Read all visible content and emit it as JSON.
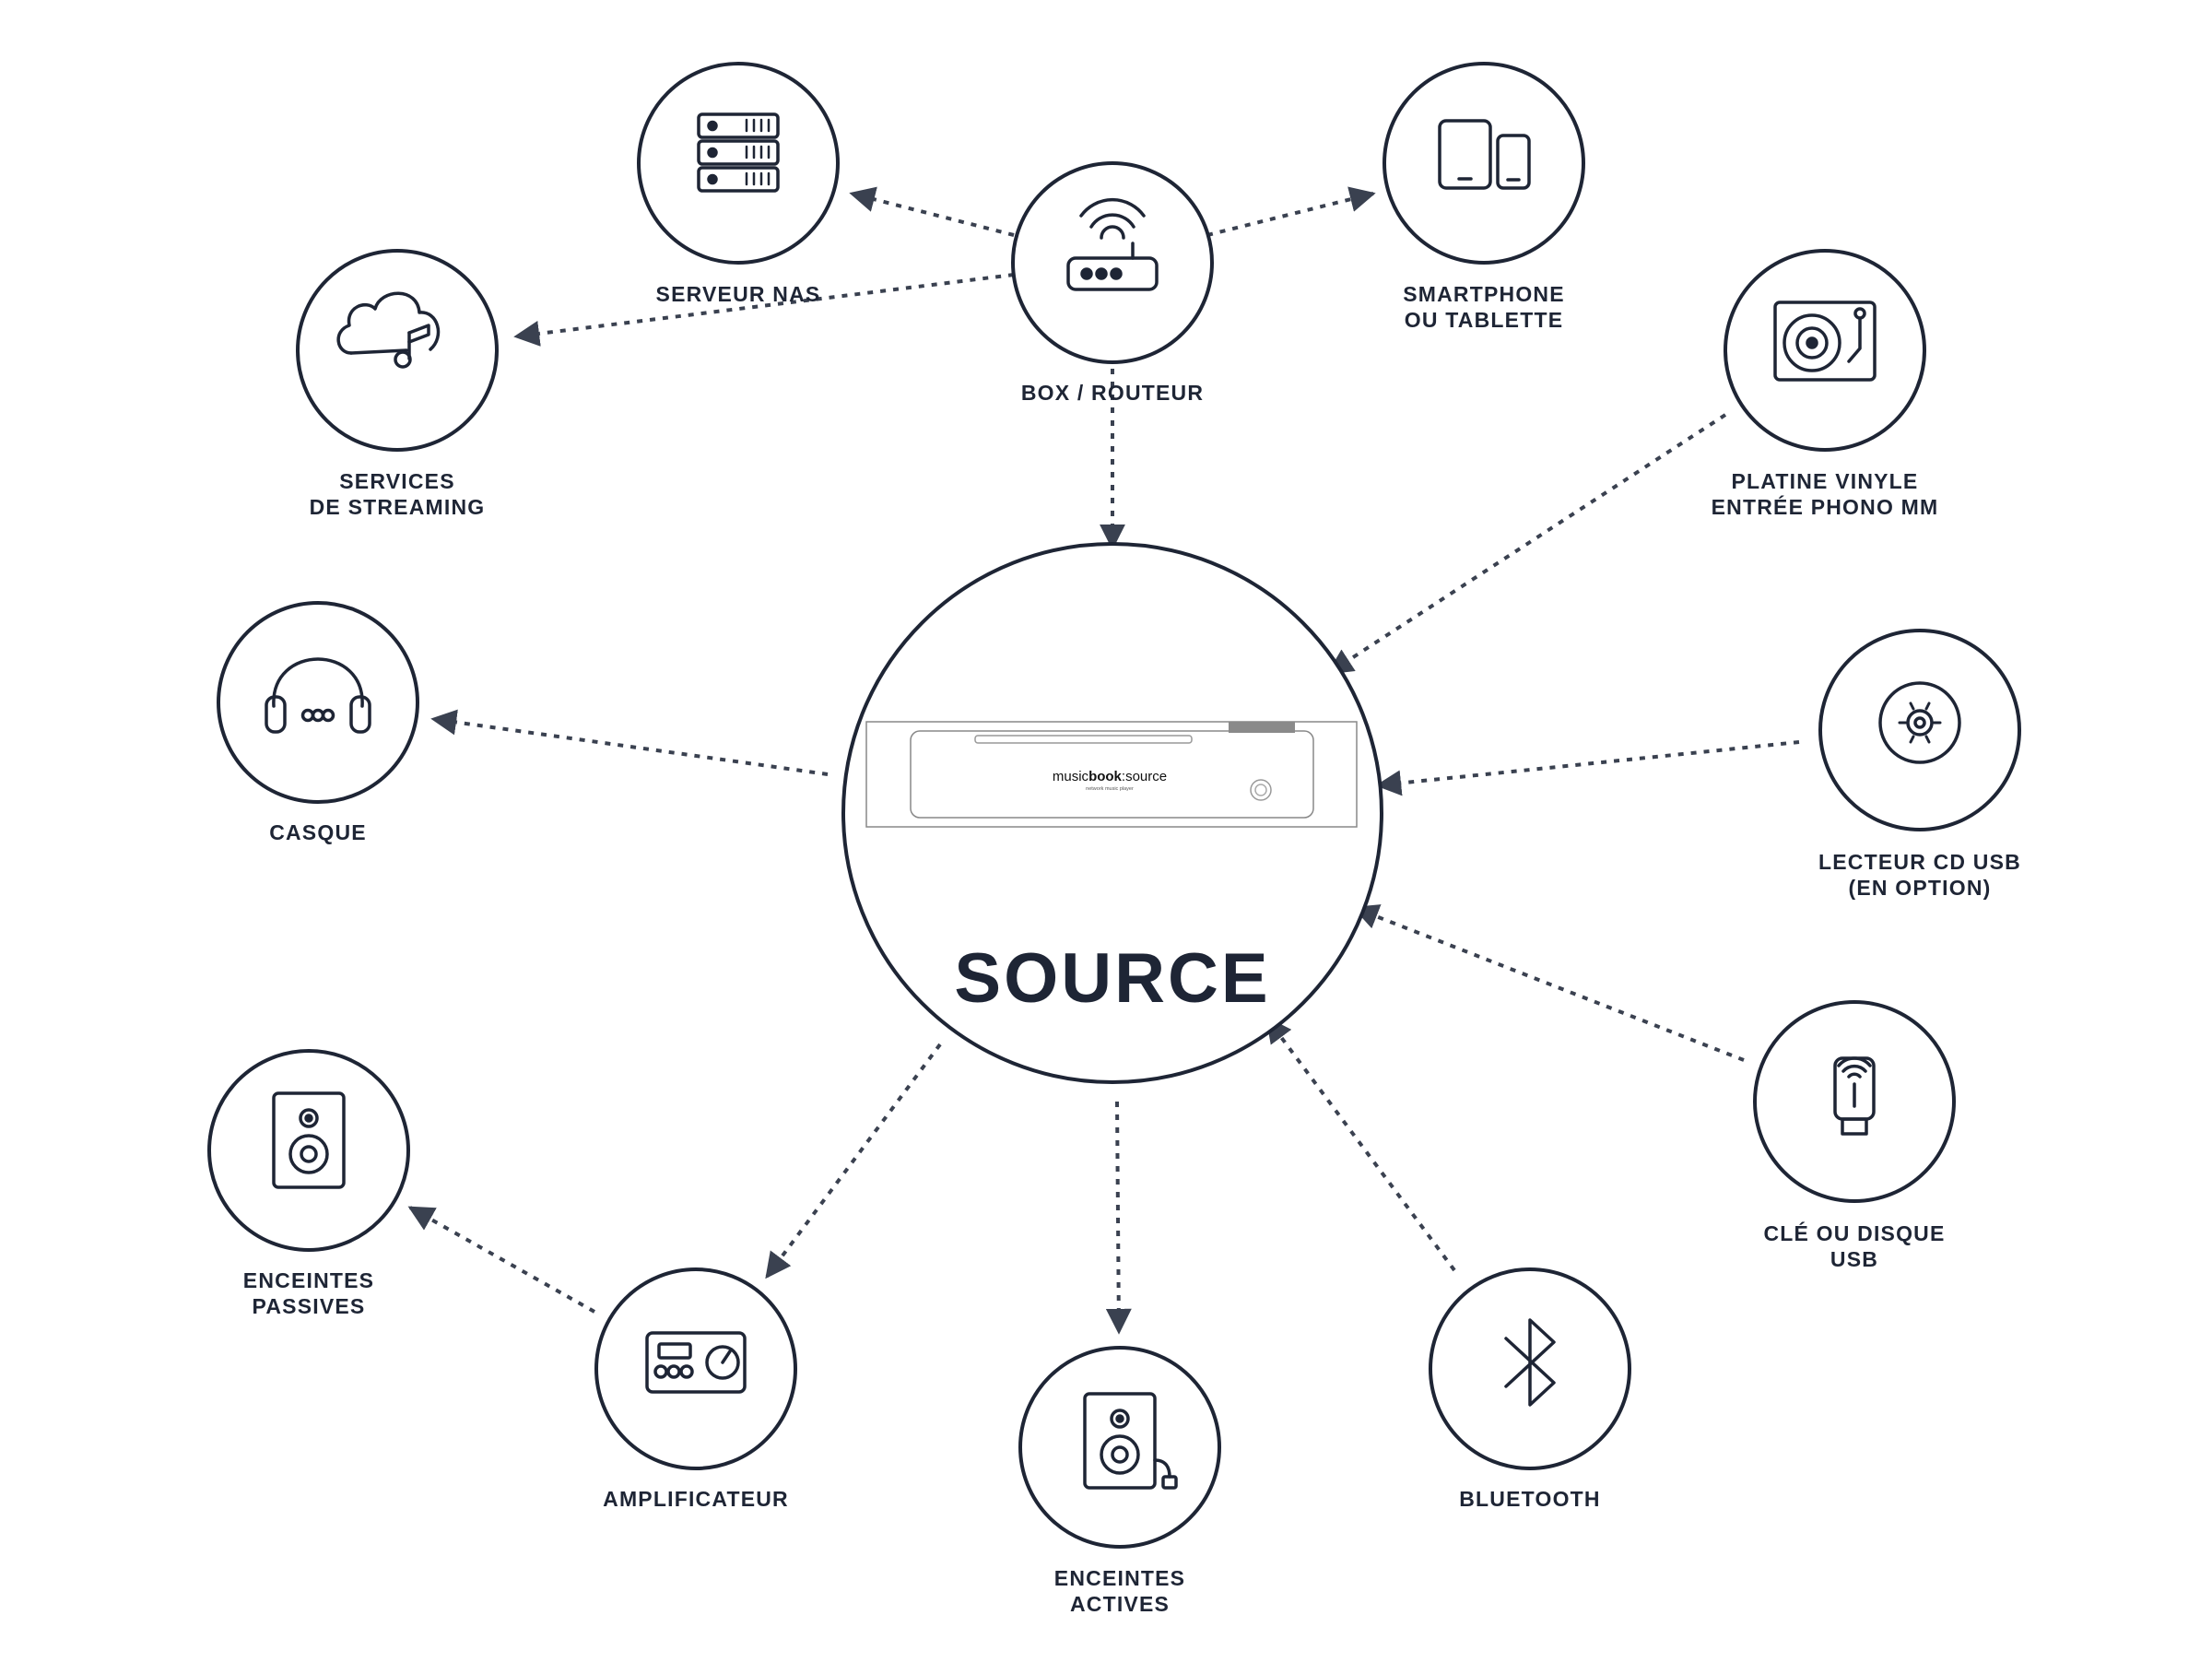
{
  "center": {
    "title": "SOURCE",
    "device_brand_prefix": "music",
    "device_brand_bold": "book",
    "device_brand_suffix": ":source",
    "device_subtitle": "network music player"
  },
  "nodes": {
    "nas": {
      "line1": "SERVEUR NAS",
      "line2": "",
      "icon": "server-icon"
    },
    "router": {
      "line1": "BOX / ROUTEUR",
      "line2": "",
      "icon": "router-icon"
    },
    "smartphone": {
      "line1": "SMARTPHONE",
      "line2": "OU TABLETTE",
      "icon": "smartphone-tablet-icon"
    },
    "streaming": {
      "line1": "SERVICES",
      "line2": "DE STREAMING",
      "icon": "cloud-music-icon"
    },
    "vinyl": {
      "line1": "PLATINE VINYLE",
      "line2": "ENTRÉE PHONO MM",
      "icon": "turntable-icon"
    },
    "headphones": {
      "line1": "CASQUE",
      "line2": "",
      "icon": "headphones-icon"
    },
    "cd": {
      "line1": "LECTEUR CD USB",
      "line2": "(EN OPTION)",
      "icon": "cd-drive-icon"
    },
    "usb": {
      "line1": "CLÉ OU DISQUE",
      "line2": "USB",
      "icon": "usb-key-icon"
    },
    "passive": {
      "line1": "ENCEINTES",
      "line2": "PASSIVES",
      "icon": "passive-speaker-icon"
    },
    "amp": {
      "line1": "AMPLIFICATEUR",
      "line2": "",
      "icon": "amplifier-icon"
    },
    "active": {
      "line1": "ENCEINTES",
      "line2": "ACTIVES",
      "icon": "active-speaker-icon"
    },
    "bluetooth": {
      "line1": "BLUETOOTH",
      "line2": "",
      "icon": "bluetooth-icon"
    }
  },
  "colors": {
    "stroke": "#1e2535",
    "connector": "#3a4150"
  }
}
